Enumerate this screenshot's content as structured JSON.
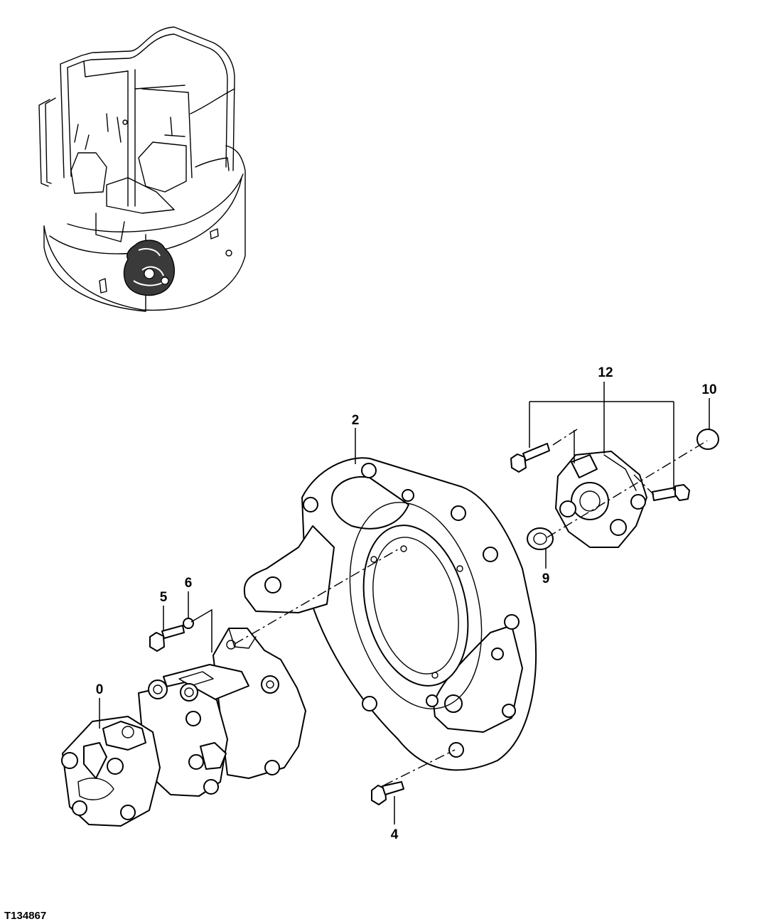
{
  "figure_id": "T134867",
  "callouts": {
    "c0": "0",
    "c2": "2",
    "c4": "4",
    "c5": "5",
    "c6": "6",
    "c9": "9",
    "c10": "10",
    "c12": "12"
  }
}
